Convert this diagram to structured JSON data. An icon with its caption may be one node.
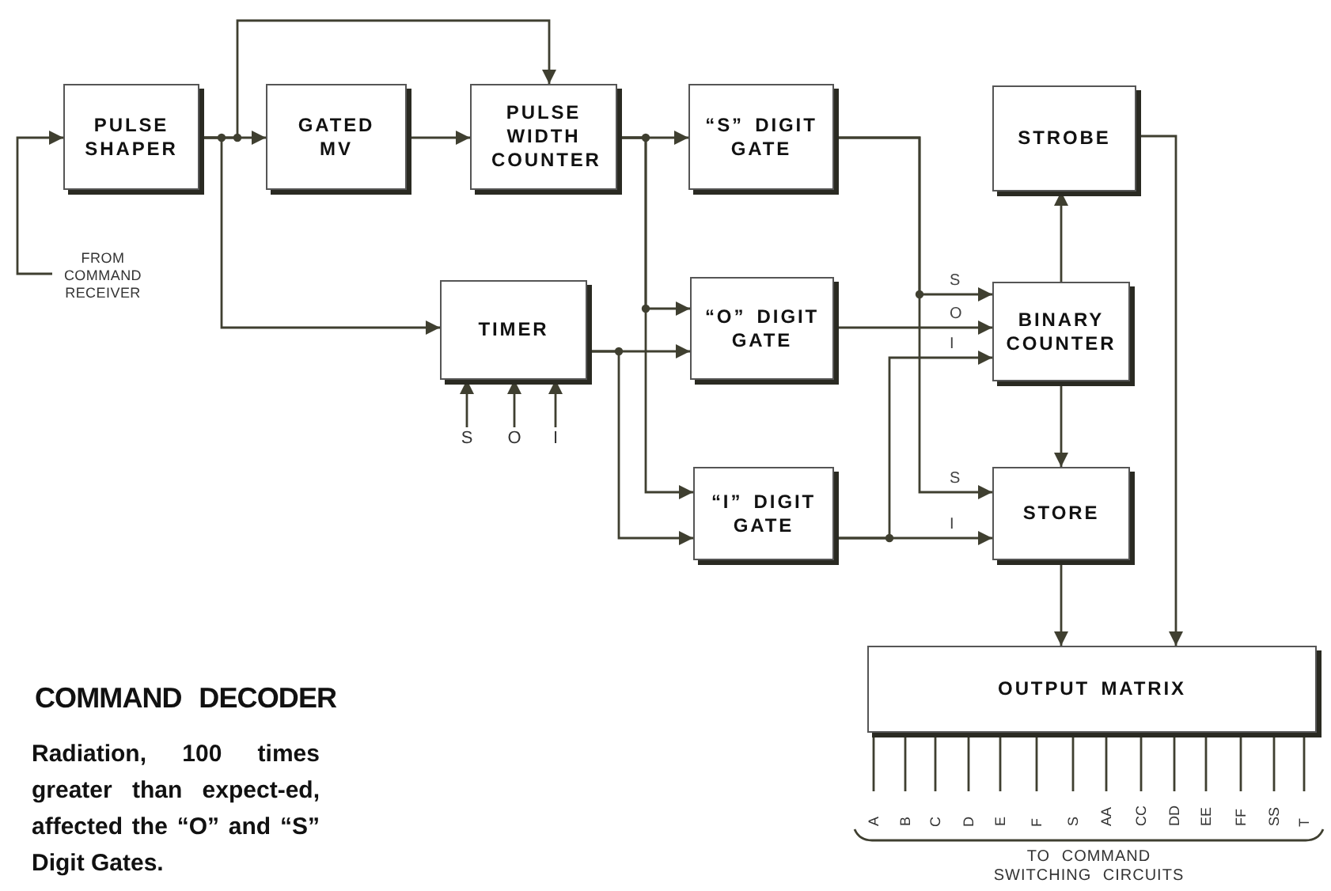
{
  "diagram": {
    "title": "COMMAND DECODER",
    "caption": "Radiation, 100 times greater than expect-ed, affected the “O” and “S” Digit Gates.",
    "nodes": [
      {
        "text": [
          "PULSE SHAPER"
        ]
      },
      {
        "text": [
          "GATED MV"
        ]
      },
      {
        "text": [
          "PULSE WIDTH COUNTER"
        ]
      },
      {
        "text": [
          "“S” DIGIT GATE"
        ]
      },
      {
        "text": [
          "STROBE"
        ]
      },
      {
        "text": [
          "TIMER"
        ]
      },
      {
        "text": [
          "“O” DIGIT GATE"
        ]
      },
      {
        "text": [
          "BINARY COUNTER"
        ]
      },
      {
        "text": [
          "“I” DIGIT GATE"
        ]
      },
      {
        "text": [
          "STORE"
        ]
      },
      {
        "text": [
          "OUTPUT MATRIX"
        ]
      },
      {
        "text": [
          "FROM COMMAND RECEIVER"
        ]
      },
      {
        "text": [
          "S"
        ]
      },
      {
        "text": [
          "O"
        ]
      },
      {
        "text": [
          "I"
        ]
      },
      {
        "text": [
          "A"
        ]
      },
      {
        "text": [
          "B"
        ]
      },
      {
        "text": [
          "C"
        ]
      },
      {
        "text": [
          "D"
        ]
      },
      {
        "text": [
          "E"
        ]
      },
      {
        "text": [
          "F"
        ]
      },
      {
        "text": [
          "S"
        ]
      },
      {
        "text": [
          "AA"
        ]
      },
      {
        "text": [
          "CC"
        ]
      },
      {
        "text": [
          "DD"
        ]
      },
      {
        "text": [
          "EE"
        ]
      },
      {
        "text": [
          "FF"
        ]
      },
      {
        "text": [
          "SS"
        ]
      },
      {
        "text": [
          "T"
        ]
      }
    ],
    "edges": [
      {
        "from": 11,
        "to": 0,
        "arrow": "to"
      },
      {
        "from": 0,
        "to": 1,
        "arrow": "to"
      },
      {
        "from": 0,
        "to": 2,
        "arrow": "to"
      },
      {
        "from": 0,
        "to": 5,
        "arrow": "to"
      },
      {
        "from": 1,
        "to": 2,
        "arrow": "to"
      },
      {
        "from": 2,
        "to": 3,
        "arrow": "to"
      },
      {
        "from": 2,
        "to": 6,
        "arrow": "to"
      },
      {
        "from": 2,
        "to": 8,
        "arrow": "to"
      },
      {
        "from": 5,
        "to": 6,
        "arrow": "to"
      },
      {
        "from": 5,
        "to": 8,
        "arrow": "to"
      },
      {
        "from": 3,
        "to": 7,
        "arrow": "to",
        "label": "S"
      },
      {
        "from": 3,
        "to": 9,
        "arrow": "to",
        "label": "S"
      },
      {
        "from": 6,
        "to": 7,
        "arrow": "to",
        "label": "O"
      },
      {
        "from": 8,
        "to": 7,
        "arrow": "to",
        "label": "I"
      },
      {
        "from": 8,
        "to": 9,
        "arrow": "to",
        "label": "I"
      },
      {
        "from": 7,
        "to": 4,
        "arrow": "to"
      },
      {
        "from": 4,
        "to": 10,
        "arrow": "to"
      },
      {
        "from": 7,
        "to": 9,
        "arrow": "to"
      },
      {
        "from": 9,
        "to": 10,
        "arrow": "to"
      },
      {
        "from": 12,
        "to": 5,
        "arrow": "to"
      },
      {
        "from": 13,
        "to": 5,
        "arrow": "to"
      },
      {
        "from": 14,
        "to": 5,
        "arrow": "to"
      },
      {
        "from": 10,
        "to": 15,
        "arrow": "none"
      },
      {
        "from": 10,
        "to": 16,
        "arrow": "none"
      },
      {
        "from": 10,
        "to": 17,
        "arrow": "none"
      },
      {
        "from": 10,
        "to": 18,
        "arrow": "none"
      },
      {
        "from": 10,
        "to": 19,
        "arrow": "none"
      },
      {
        "from": 10,
        "to": 20,
        "arrow": "none"
      },
      {
        "from": 10,
        "to": 21,
        "arrow": "none"
      },
      {
        "from": 10,
        "to": 22,
        "arrow": "none"
      },
      {
        "from": 10,
        "to": 23,
        "arrow": "none"
      },
      {
        "from": 10,
        "to": 24,
        "arrow": "none"
      },
      {
        "from": 10,
        "to": 25,
        "arrow": "none"
      },
      {
        "from": 10,
        "to": 26,
        "arrow": "none"
      },
      {
        "from": 10,
        "to": 27,
        "arrow": "none"
      },
      {
        "from": 10,
        "to": 28,
        "arrow": "none"
      }
    ],
    "labels": [
      "TO COMMAND SWITCHING CIRCUITS"
    ]
  }
}
